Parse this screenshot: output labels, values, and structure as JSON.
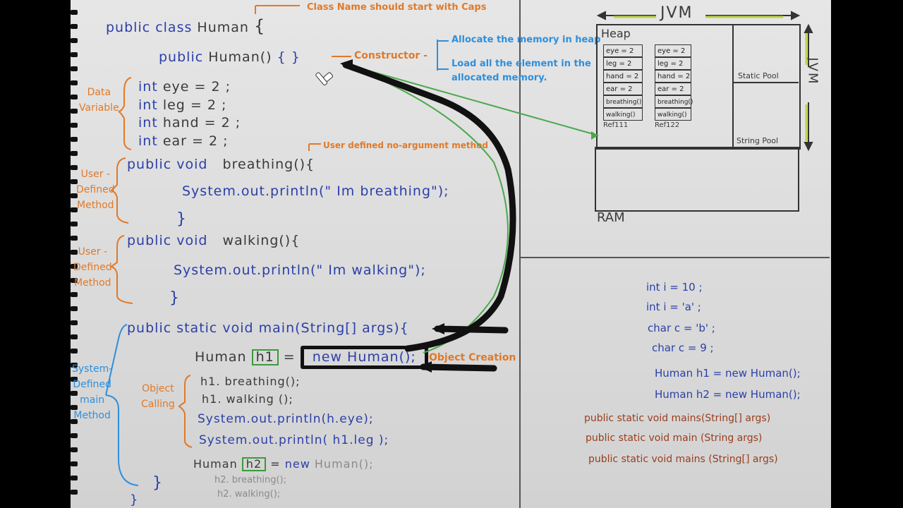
{
  "left_panel": {
    "class_decl": {
      "kw": "public class",
      "name": "Human",
      "brace": "{"
    },
    "class_note": "Class Name should start with Caps",
    "constructor": {
      "kw": "public",
      "name": "Human()",
      "braces": "{ }"
    },
    "constructor_label": "Constructor -",
    "constructor_notes": [
      "Allocate the memory in heap",
      "Load all the element in the",
      "allocated memory."
    ],
    "data_label": [
      "Data",
      "Variable"
    ],
    "fields": [
      {
        "type": "int",
        "decl": "eye = 2 ;"
      },
      {
        "type": "int",
        "decl": "leg = 2 ;"
      },
      {
        "type": "int",
        "decl": "hand = 2 ;"
      },
      {
        "type": "int",
        "decl": "ear = 2 ;"
      }
    ],
    "method_note": "User defined no-argument method",
    "user_method_label": [
      "User -",
      "Defined",
      "Method"
    ],
    "breathing": {
      "sig_kw": "public void",
      "name": "breathing(){",
      "body": "System.out.println(\" Im breathing\");",
      "close": "}"
    },
    "walking": {
      "sig_kw": "public void",
      "name": "walking(){",
      "body": "System.out.println(\" Im walking\");",
      "close": "}"
    },
    "main": {
      "sig": "public static void main(String[] args){"
    },
    "system_label": [
      "System-",
      "Defined",
      "main",
      "Method"
    ],
    "object_creation": {
      "type": "Human",
      "var": "h1",
      "eq": "=",
      "expr": "new Human();"
    },
    "object_creation_label": "Object Creation",
    "object_calling_label": [
      "Object",
      "Calling"
    ],
    "calls": [
      "h1. breathing();",
      "h1. walking ();",
      "System.out.println(h.eye);",
      "System.out.println( h1.leg );"
    ],
    "second_object": {
      "type": "Human",
      "var": "h2",
      "eq": "=",
      "kw": "new",
      "expr": "Human();"
    },
    "second_calls": [
      "h2. breathing();",
      "h2. walking();"
    ],
    "main_close": "}",
    "class_close": "}"
  },
  "memory_diagram": {
    "jvm_label": "JVM",
    "jvm_vertical_label": "JVM",
    "heap_label": "Heap",
    "objects": [
      {
        "cells": [
          "eye = 2",
          "leg = 2",
          "hand = 2",
          "ear = 2",
          "breathing()",
          "walking()"
        ],
        "ref": "Ref111"
      },
      {
        "cells": [
          "eye = 2",
          "leg = 2",
          "hand = 2",
          "ear = 2",
          "breathing()",
          "walking()"
        ],
        "ref": "Ref122"
      }
    ],
    "static_pool": "Static Pool",
    "string_pool": "String Pool",
    "ram_label": "RAM"
  },
  "notes_panel": {
    "blue_lines": [
      "int i = 10 ;",
      "int i = 'a' ;",
      "char c = 'b' ;",
      "char c = 9 ;",
      "Human h1 = new Human();",
      "Human h2 = new Human();"
    ],
    "brown_lines": [
      "public static void mains(String[] args)",
      "public static void main (String args)",
      "public static void mains (String[] args)"
    ]
  },
  "colors": {
    "board": "#dcdcdc",
    "blue": "#2b3fa8",
    "orange": "#e07a2a",
    "light_blue": "#2f8fdc",
    "brown": "#9a3e1e",
    "green": "#3b9a3b",
    "ink": "#111111"
  }
}
